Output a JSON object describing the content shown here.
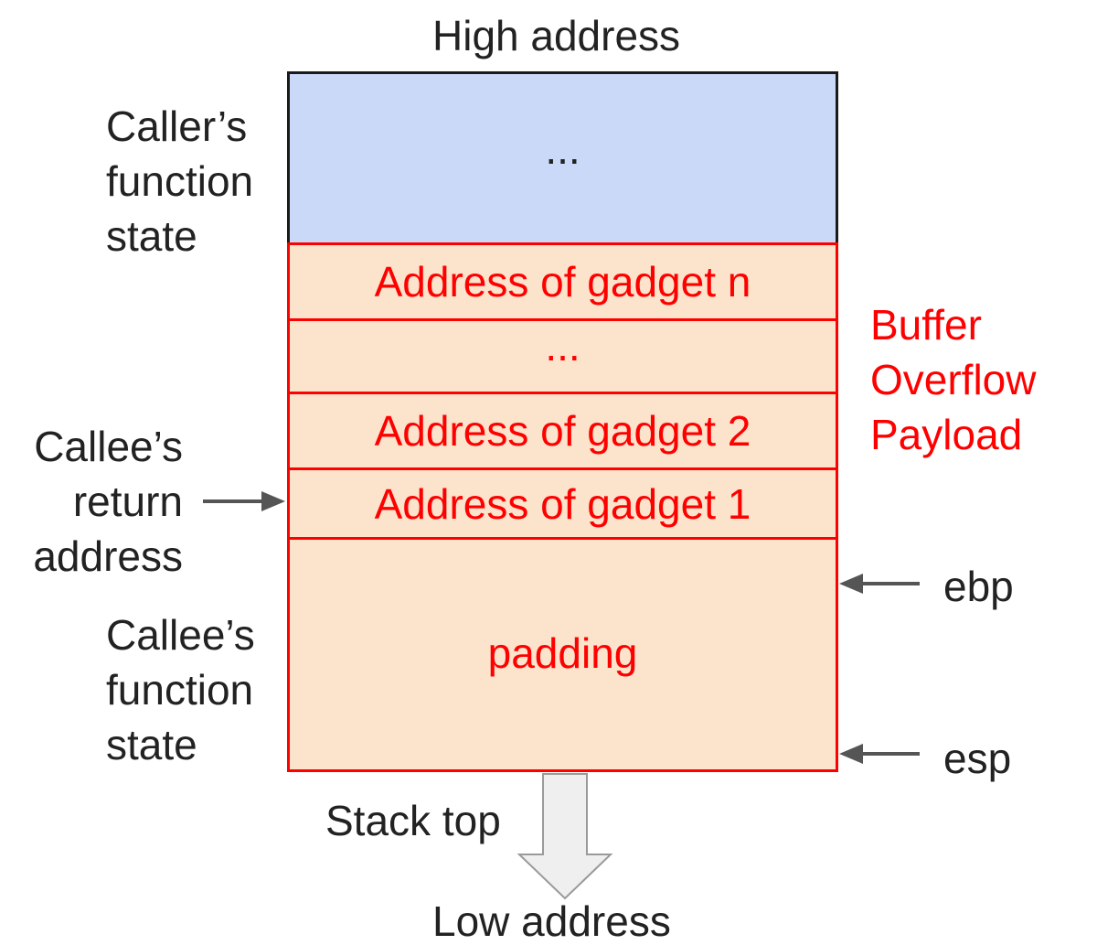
{
  "diagram": {
    "top_label": "High address",
    "bottom_label": "Low address",
    "stack_top_label": "Stack top",
    "left_labels": {
      "caller_state": "Caller’s\nfunction\nstate",
      "callee_return": "Callee’s\nreturn\naddress",
      "callee_state": "Callee’s\nfunction\nstate"
    },
    "right_labels": {
      "payload": "Buffer\nOverflow\nPayload",
      "ebp": "ebp",
      "esp": "esp"
    },
    "cells": [
      {
        "label": "...",
        "kind": "caller"
      },
      {
        "label": "Address of gadget n",
        "kind": "payload"
      },
      {
        "label": "...",
        "kind": "payload"
      },
      {
        "label": "Address of gadget 2",
        "kind": "payload"
      },
      {
        "label": "Address of gadget 1",
        "kind": "payload"
      },
      {
        "label": "padding",
        "kind": "payload"
      }
    ],
    "colors": {
      "caller_fill": "#c9d9f7",
      "payload_fill": "#fbe3cc",
      "payload_border": "#ff0000",
      "payload_text": "#ff0000",
      "arrow": "#555555"
    }
  }
}
